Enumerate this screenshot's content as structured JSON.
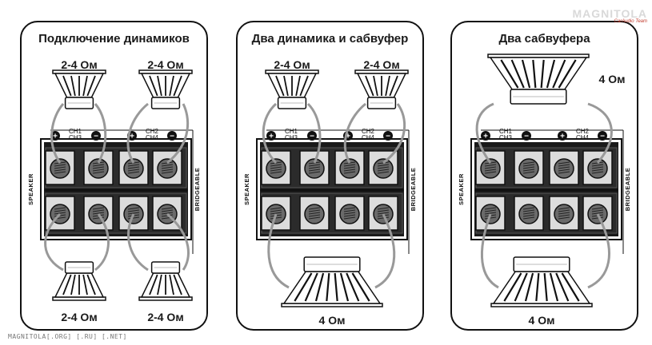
{
  "panels": [
    {
      "title": "Подключение динамиков",
      "labels": {
        "top_left": "2-4 Ом",
        "top_right": "2-4 Ом",
        "bottom_left": "2-4 Ом",
        "bottom_right": "2-4 Ом"
      }
    },
    {
      "title": "Два динамика и сабвуфер",
      "labels": {
        "top_left": "2-4 Ом",
        "top_right": "2-4 Ом",
        "bottom_center": "4 Ом"
      }
    },
    {
      "title": "Два сабвуфера",
      "labels": {
        "top_right": "4 Ом",
        "bottom_center": "4 Ом"
      }
    }
  ],
  "terminal_block": {
    "ch_left_top": "CH1",
    "ch_left_bottom": "CH3",
    "ch_right_top": "CH2",
    "ch_right_bottom": "CH4",
    "left_side": "SPEAKER",
    "right_side": "BRIDGEABLE",
    "plus": "+",
    "minus": "−"
  },
  "watermark": {
    "brand": "MAGNITOLA",
    "tag": "CarAudio Team"
  },
  "footer": "MAGNITOLA[.ORG] [.RU] [.NET]"
}
